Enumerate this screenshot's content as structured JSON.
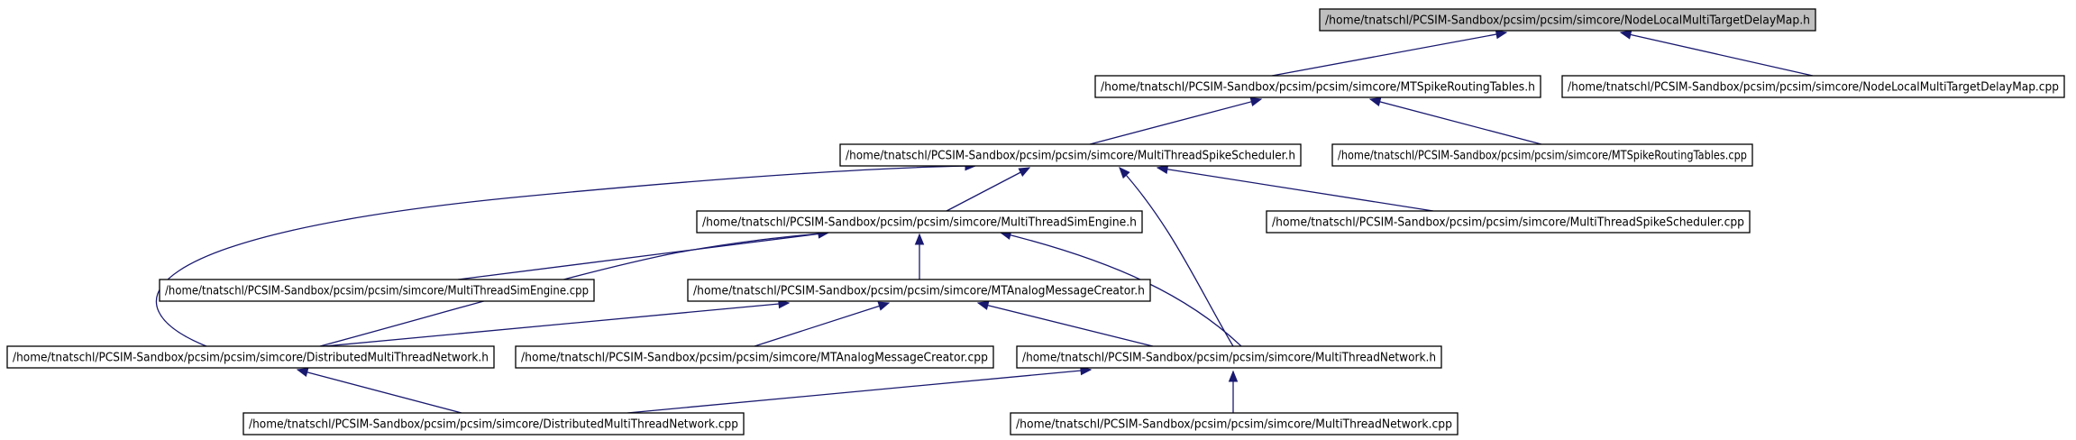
{
  "graph": {
    "nodes": [
      {
        "id": "n0",
        "label": "/home/tnatschl/PCSIM-Sandbox/pcsim/pcsim/simcore/NodeLocalMultiTargetDelayMap.h",
        "highlight": true
      },
      {
        "id": "n1",
        "label": "/home/tnatschl/PCSIM-Sandbox/pcsim/pcsim/simcore/MTSpikeRoutingTables.h"
      },
      {
        "id": "n2",
        "label": "/home/tnatschl/PCSIM-Sandbox/pcsim/pcsim/simcore/NodeLocalMultiTargetDelayMap.cpp"
      },
      {
        "id": "n3",
        "label": "/home/tnatschl/PCSIM-Sandbox/pcsim/pcsim/simcore/MultiThreadSpikeScheduler.h"
      },
      {
        "id": "n4",
        "label": "/home/tnatschl/PCSIM-Sandbox/pcsim/pcsim/simcore/MTSpikeRoutingTables.cpp"
      },
      {
        "id": "n5",
        "label": "/home/tnatschl/PCSIM-Sandbox/pcsim/pcsim/simcore/MultiThreadSimEngine.h"
      },
      {
        "id": "n6",
        "label": "/home/tnatschl/PCSIM-Sandbox/pcsim/pcsim/simcore/MultiThreadSpikeScheduler.cpp"
      },
      {
        "id": "n7",
        "label": "/home/tnatschl/PCSIM-Sandbox/pcsim/pcsim/simcore/MultiThreadSimEngine.cpp"
      },
      {
        "id": "n8",
        "label": "/home/tnatschl/PCSIM-Sandbox/pcsim/pcsim/simcore/MTAnalogMessageCreator.h"
      },
      {
        "id": "n9",
        "label": "/home/tnatschl/PCSIM-Sandbox/pcsim/pcsim/simcore/DistributedMultiThreadNetwork.h"
      },
      {
        "id": "n10",
        "label": "/home/tnatschl/PCSIM-Sandbox/pcsim/pcsim/simcore/MTAnalogMessageCreator.cpp"
      },
      {
        "id": "n11",
        "label": "/home/tnatschl/PCSIM-Sandbox/pcsim/pcsim/simcore/MultiThreadNetwork.h"
      },
      {
        "id": "n12",
        "label": "/home/tnatschl/PCSIM-Sandbox/pcsim/pcsim/simcore/DistributedMultiThreadNetwork.cpp"
      },
      {
        "id": "n13",
        "label": "/home/tnatschl/PCSIM-Sandbox/pcsim/pcsim/simcore/MultiThreadNetwork.cpp"
      }
    ],
    "edges": [
      {
        "from": "n1",
        "to": "n0"
      },
      {
        "from": "n2",
        "to": "n0"
      },
      {
        "from": "n3",
        "to": "n1"
      },
      {
        "from": "n4",
        "to": "n1"
      },
      {
        "from": "n5",
        "to": "n3"
      },
      {
        "from": "n6",
        "to": "n3"
      },
      {
        "from": "n9",
        "to": "n3"
      },
      {
        "from": "n11",
        "to": "n3"
      },
      {
        "from": "n7",
        "to": "n5"
      },
      {
        "from": "n8",
        "to": "n5"
      },
      {
        "from": "n9",
        "to": "n5"
      },
      {
        "from": "n11",
        "to": "n5"
      },
      {
        "from": "n9",
        "to": "n8"
      },
      {
        "from": "n10",
        "to": "n8"
      },
      {
        "from": "n11",
        "to": "n8"
      },
      {
        "from": "n12",
        "to": "n9"
      },
      {
        "from": "n12",
        "to": "n11"
      },
      {
        "from": "n13",
        "to": "n11"
      }
    ]
  }
}
